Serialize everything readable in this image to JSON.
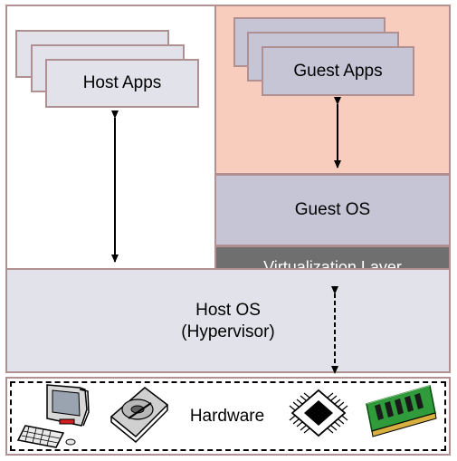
{
  "host_apps": {
    "label": "Host Apps"
  },
  "guest_apps": {
    "label": "Guest Apps"
  },
  "guest_os": {
    "label": "Guest OS"
  },
  "virtualization_layer": {
    "label": "Virtualization Layer"
  },
  "host_os": {
    "line1": "Host OS",
    "line2": "(Hypervisor)"
  },
  "hardware": {
    "label": "Hardware",
    "icons": [
      "computer-icon",
      "hard-disk-icon",
      "cpu-chip-icon",
      "memory-module-icon"
    ]
  },
  "colors": {
    "border": "#b09090",
    "guest_region": "#f9cdbd",
    "host_box": "#e2e2ea",
    "guest_box": "#c5c5d6",
    "virtualization": "#6f6f6f"
  }
}
